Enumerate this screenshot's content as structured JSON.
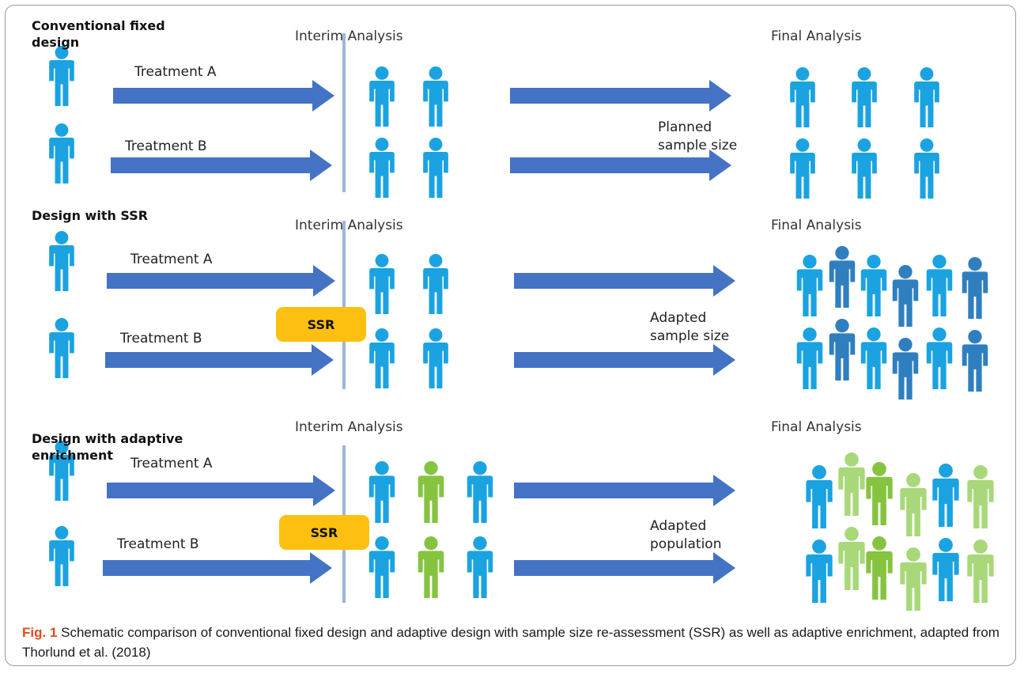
{
  "colors": {
    "arrow": "#4473c5",
    "divider": "#9fb4dc",
    "person_blue": "#1aa3e0",
    "person_darkblue": "#2f7fbf",
    "person_green": "#86c440",
    "person_lightgreen": "#a8d879",
    "ssr_fill": "#fdc010",
    "caption_label": "#e24a1a"
  },
  "icons": [
    "person-icon",
    "arrow-right-icon"
  ],
  "sections": [
    {
      "title": "Conventional fixed\ndesign",
      "interim_header": "Interim Analysis",
      "final_header": "Final Analysis",
      "treatment_a": "Treatment A",
      "treatment_b": "Treatment B",
      "note": "Planned\nsample size",
      "ssr_label": null
    },
    {
      "title": "Design with SSR",
      "interim_header": "Interim Analysis",
      "final_header": "Final Analysis",
      "treatment_a": "Treatment A",
      "treatment_b": "Treatment B",
      "note": "Adapted\nsample size",
      "ssr_label": "SSR"
    },
    {
      "title": "Design with adaptive\nenrichment",
      "interim_header": "Interim Analysis",
      "final_header": "Final Analysis",
      "treatment_a": "Treatment A",
      "treatment_b": "Treatment B",
      "note": "Adapted\npopulation",
      "ssr_label": "SSR"
    }
  ],
  "caption": {
    "label": "Fig. 1",
    "text": " Schematic comparison of conventional fixed design and adaptive design with sample size re-assessment (SSR) as well as adaptive enrichment, adapted from Thorlund et al. (2018)"
  }
}
